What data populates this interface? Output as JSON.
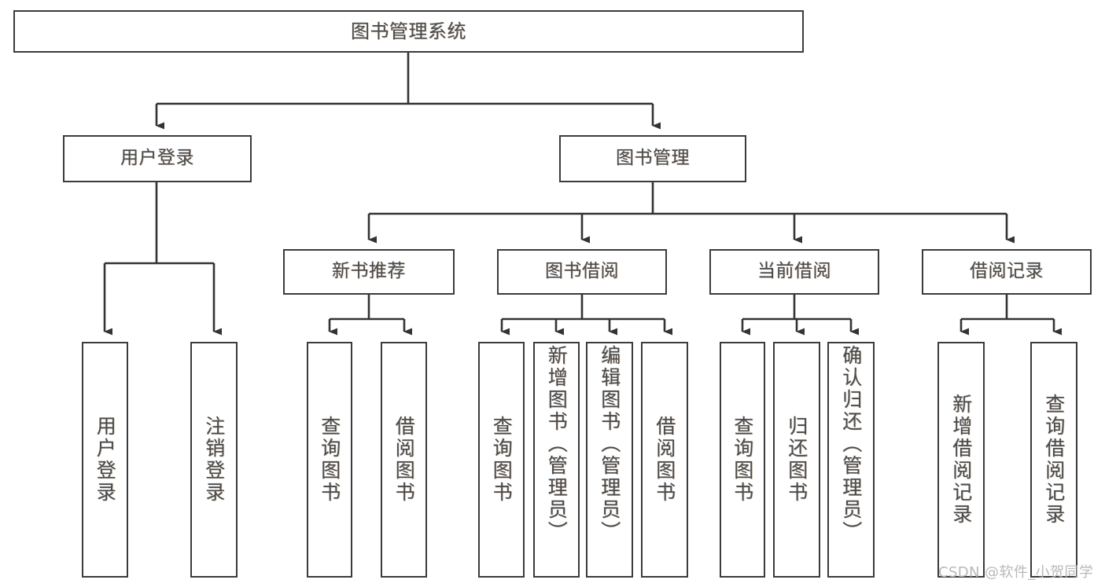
{
  "diagram": {
    "title": "图书管理系统",
    "type": "tree-hierarchy",
    "watermark": "CSDN @软件_小贺同学",
    "colors": {
      "background": "#ffffff",
      "node_border": "#3b3b3b",
      "node_fill": "#ffffff",
      "text": "#4a4a4a",
      "edge": "#333333",
      "watermark": "#b9b9b9"
    },
    "nodes": {
      "root": {
        "label": "图书管理系统"
      },
      "level2": [
        {
          "label": "用户登录"
        },
        {
          "label": "图书管理"
        }
      ],
      "level3": [
        {
          "label": "新书推荐"
        },
        {
          "label": "图书借阅"
        },
        {
          "label": "当前借阅"
        },
        {
          "label": "借阅记录"
        }
      ],
      "leaves_user_login": [
        {
          "label": "用户登录"
        },
        {
          "label": "注销登录"
        }
      ],
      "leaves_new_book": [
        {
          "label": "查询图书"
        },
        {
          "label": "借阅图书"
        }
      ],
      "leaves_borrow": [
        {
          "label": "查询图书"
        },
        {
          "label": "新增图书（管理员）"
        },
        {
          "label": "编辑图书（管理员）"
        },
        {
          "label": "借阅图书"
        }
      ],
      "leaves_current": [
        {
          "label": "查询图书"
        },
        {
          "label": "归还图书"
        },
        {
          "label": "确认归还（管理员）"
        }
      ],
      "leaves_record": [
        {
          "label": "新增借阅记录"
        },
        {
          "label": "查询借阅记录"
        }
      ]
    }
  }
}
